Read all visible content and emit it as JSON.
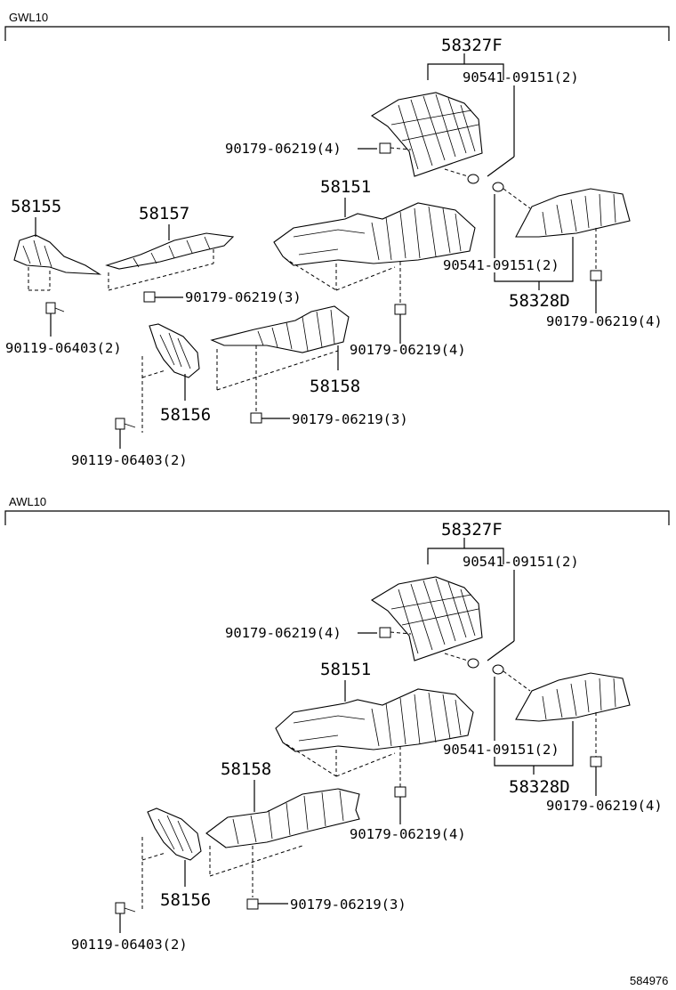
{
  "sections": [
    {
      "name": "GWL10",
      "labels": {
        "heat_insulator_front_upper": "58327F",
        "clip_front": "90541-09151(2)",
        "nut_front": "90179-06219(4)",
        "main_insulator": "58151",
        "insulator_left": "58155",
        "insulator_mid": "58157",
        "clip_rear": "90541-09151(2)",
        "insulator_right": "58328D",
        "nut_right": "90179-06219(4)",
        "nut_mid": "90179-06219(3)",
        "bolt_left": "90119-06403(2)",
        "nut_main": "90179-06219(4)",
        "insulator_rear": "58158",
        "insulator_lower": "58156",
        "nut_rear": "90179-06219(3)",
        "bolt_lower": "90119-06403(2)"
      }
    },
    {
      "name": "AWL10",
      "labels": {
        "heat_insulator_front_upper": "58327F",
        "clip_front": "90541-09151(2)",
        "nut_front": "90179-06219(4)",
        "main_insulator": "58151",
        "clip_rear": "90541-09151(2)",
        "insulator_right": "58328D",
        "nut_right": "90179-06219(4)",
        "insulator_rear": "58158",
        "nut_main": "90179-06219(4)",
        "insulator_lower": "58156",
        "nut_rear": "90179-06219(3)",
        "bolt_lower": "90119-06403(2)"
      }
    }
  ],
  "figure_number": "584976"
}
